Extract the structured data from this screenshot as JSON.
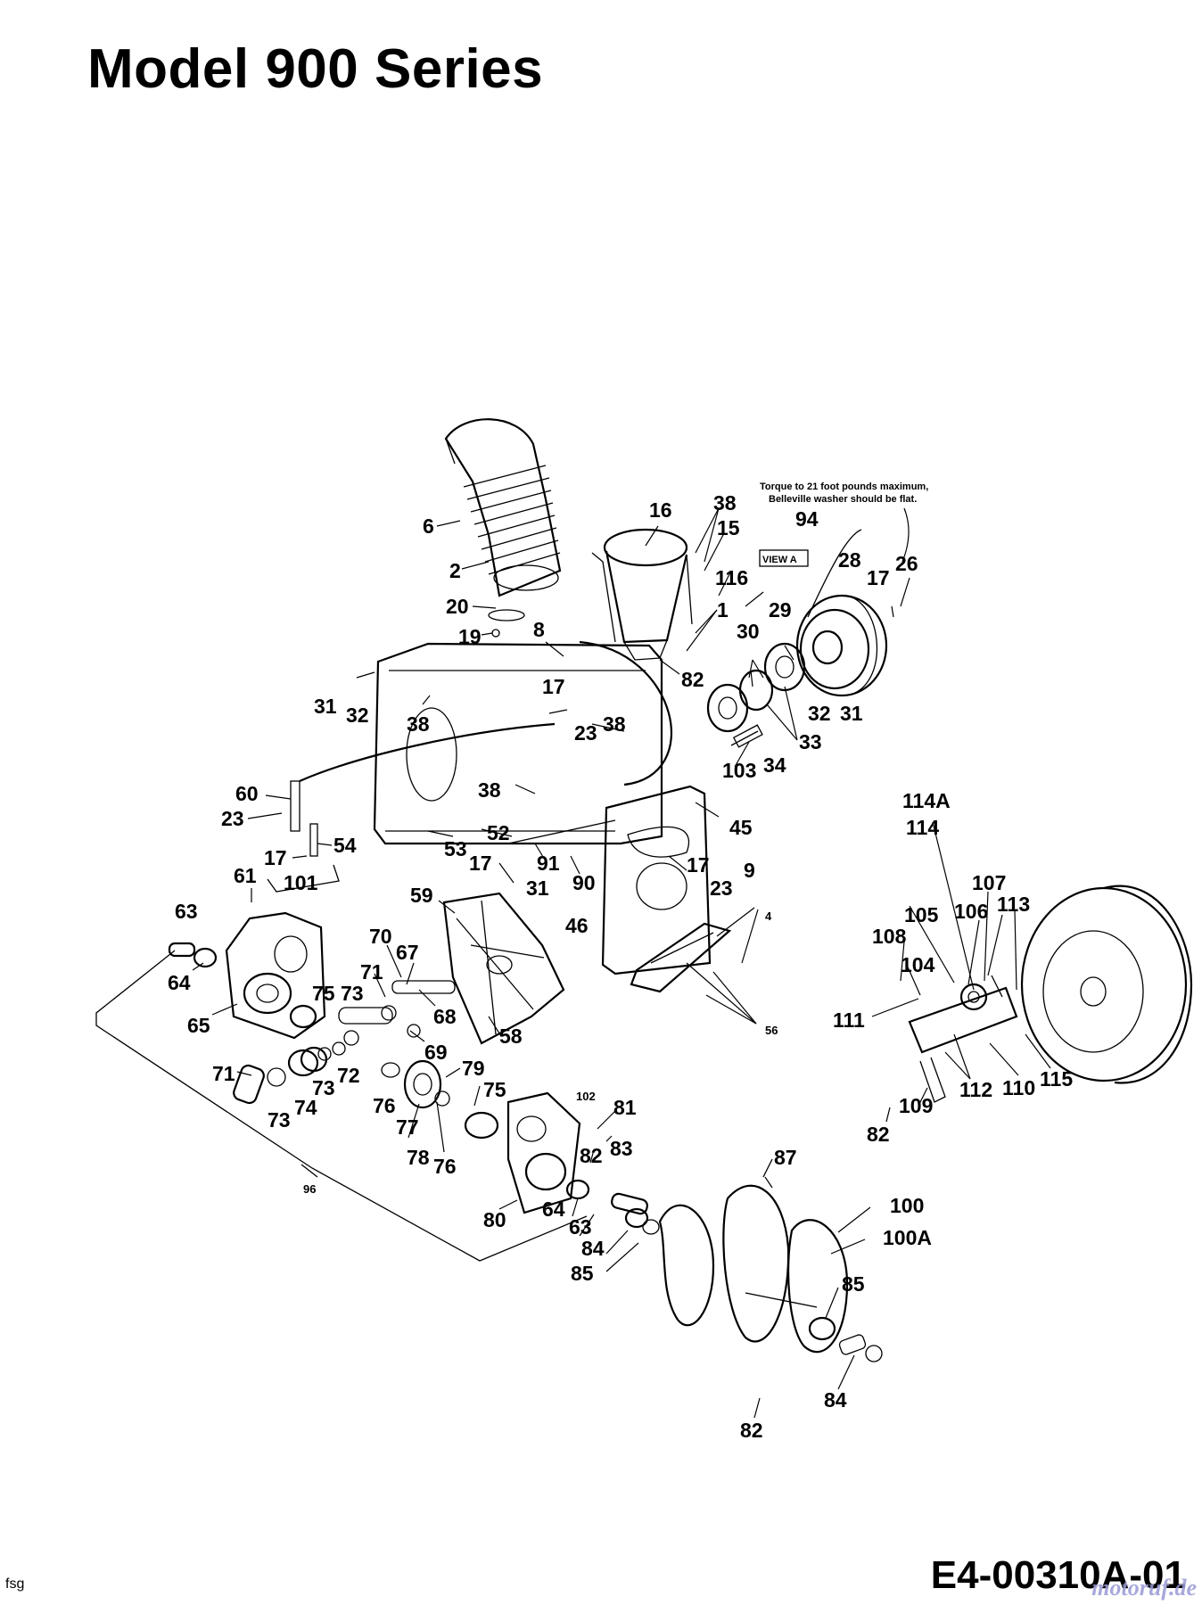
{
  "title": "Model 900 Series",
  "document_number": "E4-00310A-01",
  "watermark": "motoruf.de",
  "corner_code": "fsg",
  "note": {
    "line1": "Torque to 21 foot pounds maximum,",
    "line2": "Belleville washer should be flat."
  },
  "view_label": "VIEW A",
  "callouts": [
    "6",
    "2",
    "20",
    "19",
    "16",
    "38",
    "15",
    "116",
    "1",
    "82",
    "8",
    "94",
    "28",
    "17",
    "26",
    "29",
    "30",
    "32",
    "31",
    "33",
    "34",
    "103",
    "31",
    "32",
    "38",
    "17",
    "23",
    "38",
    "60",
    "23",
    "54",
    "17",
    "101",
    "61",
    "53",
    "52",
    "38",
    "91",
    "90",
    "31",
    "17",
    "46",
    "45",
    "17",
    "23",
    "9",
    "4",
    "56",
    "59",
    "70",
    "67",
    "71",
    "73",
    "75",
    "68",
    "69",
    "58",
    "63",
    "64",
    "65",
    "71",
    "73",
    "74",
    "73",
    "72",
    "76",
    "77",
    "79",
    "75",
    "78",
    "76",
    "102",
    "81",
    "82",
    "83",
    "80",
    "64",
    "63",
    "84",
    "85",
    "87",
    "100",
    "100A",
    "85",
    "84",
    "82",
    "96",
    "114A",
    "114",
    "107",
    "105",
    "106",
    "113",
    "108",
    "104",
    "111",
    "109",
    "82",
    "112",
    "110",
    "115"
  ]
}
